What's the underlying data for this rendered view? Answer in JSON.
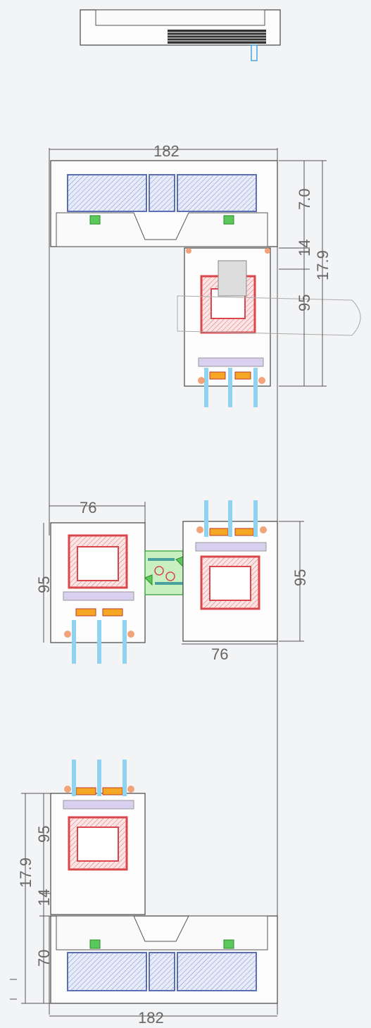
{
  "dimensions": {
    "top_width": "182",
    "top_h70": "7.0",
    "top_h14": "14",
    "top_h179": "17.9",
    "top_h95": "95",
    "mid_width_left": "76",
    "mid_h_left": "95",
    "mid_width_right": "76",
    "mid_h_right": "95",
    "bot_h95": "95",
    "bot_h14": "14",
    "bot_h179": "17.9",
    "bot_h70": "70",
    "bot_width": "182"
  },
  "colors": {
    "steel_blue": "#5b6fb4",
    "steel_red": "#d9464b",
    "glass": "#8fd3f0",
    "gasket": "#f2a37a",
    "connector": "#5ac85a",
    "background": "#f3f4f6"
  }
}
